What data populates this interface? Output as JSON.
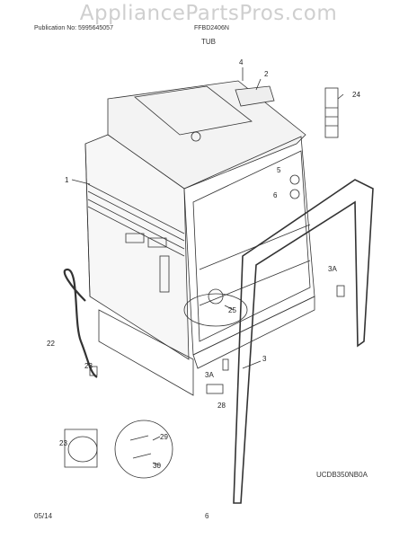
{
  "watermark": "AppliancePartsPros.com",
  "header": {
    "publication": "Publication No: 5995645057",
    "model": "FFBD2406N"
  },
  "section_title": "TUB",
  "diagram_code": "UCDB350NB0A",
  "footer": {
    "date": "05/14",
    "page": "6"
  },
  "callouts": [
    "1",
    "2",
    "3",
    "3A",
    "3A",
    "4",
    "5",
    "6",
    "22",
    "23",
    "23",
    "24",
    "25",
    "28",
    "29",
    "30"
  ]
}
